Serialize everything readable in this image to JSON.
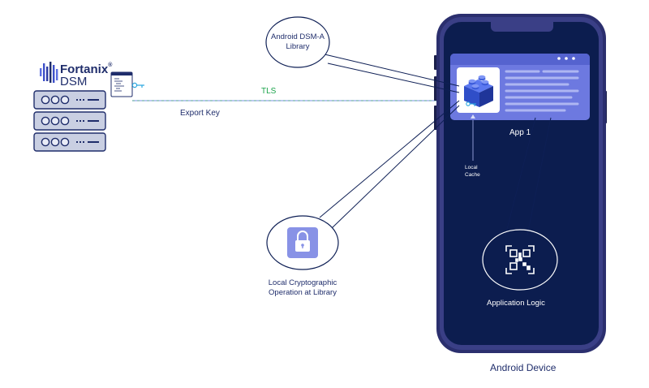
{
  "brand": {
    "name": "Fortanix",
    "trademark": "®",
    "product": "DSM"
  },
  "links": {
    "tls_label": "TLS",
    "export_label": "Export Key"
  },
  "bubbles": {
    "library": "Android DSM-A\nLibrary",
    "crypto": "Local Cryptographic\nOperation at Library"
  },
  "app": {
    "title": "App 1",
    "cache_label": "Local\nCache",
    "logic_label": "Application Logic"
  },
  "device": {
    "label": "Android Device"
  },
  "icons": [
    "fortanix-logo-icon",
    "server-icon",
    "key-icon",
    "code-window-icon",
    "lego-block-icon",
    "lock-icon",
    "qr-code-icon",
    "window-dots-icon"
  ],
  "colors": {
    "navy": "#0e1f55",
    "phone_frame": "#2b2f6e",
    "screen": "#0c1d4f",
    "window": "#6d79e0",
    "window_bar": "#5563cf",
    "tls_green": "#1aa34a",
    "server_fill": "#c9cfe2",
    "block_blue": "#3a5ad9"
  }
}
